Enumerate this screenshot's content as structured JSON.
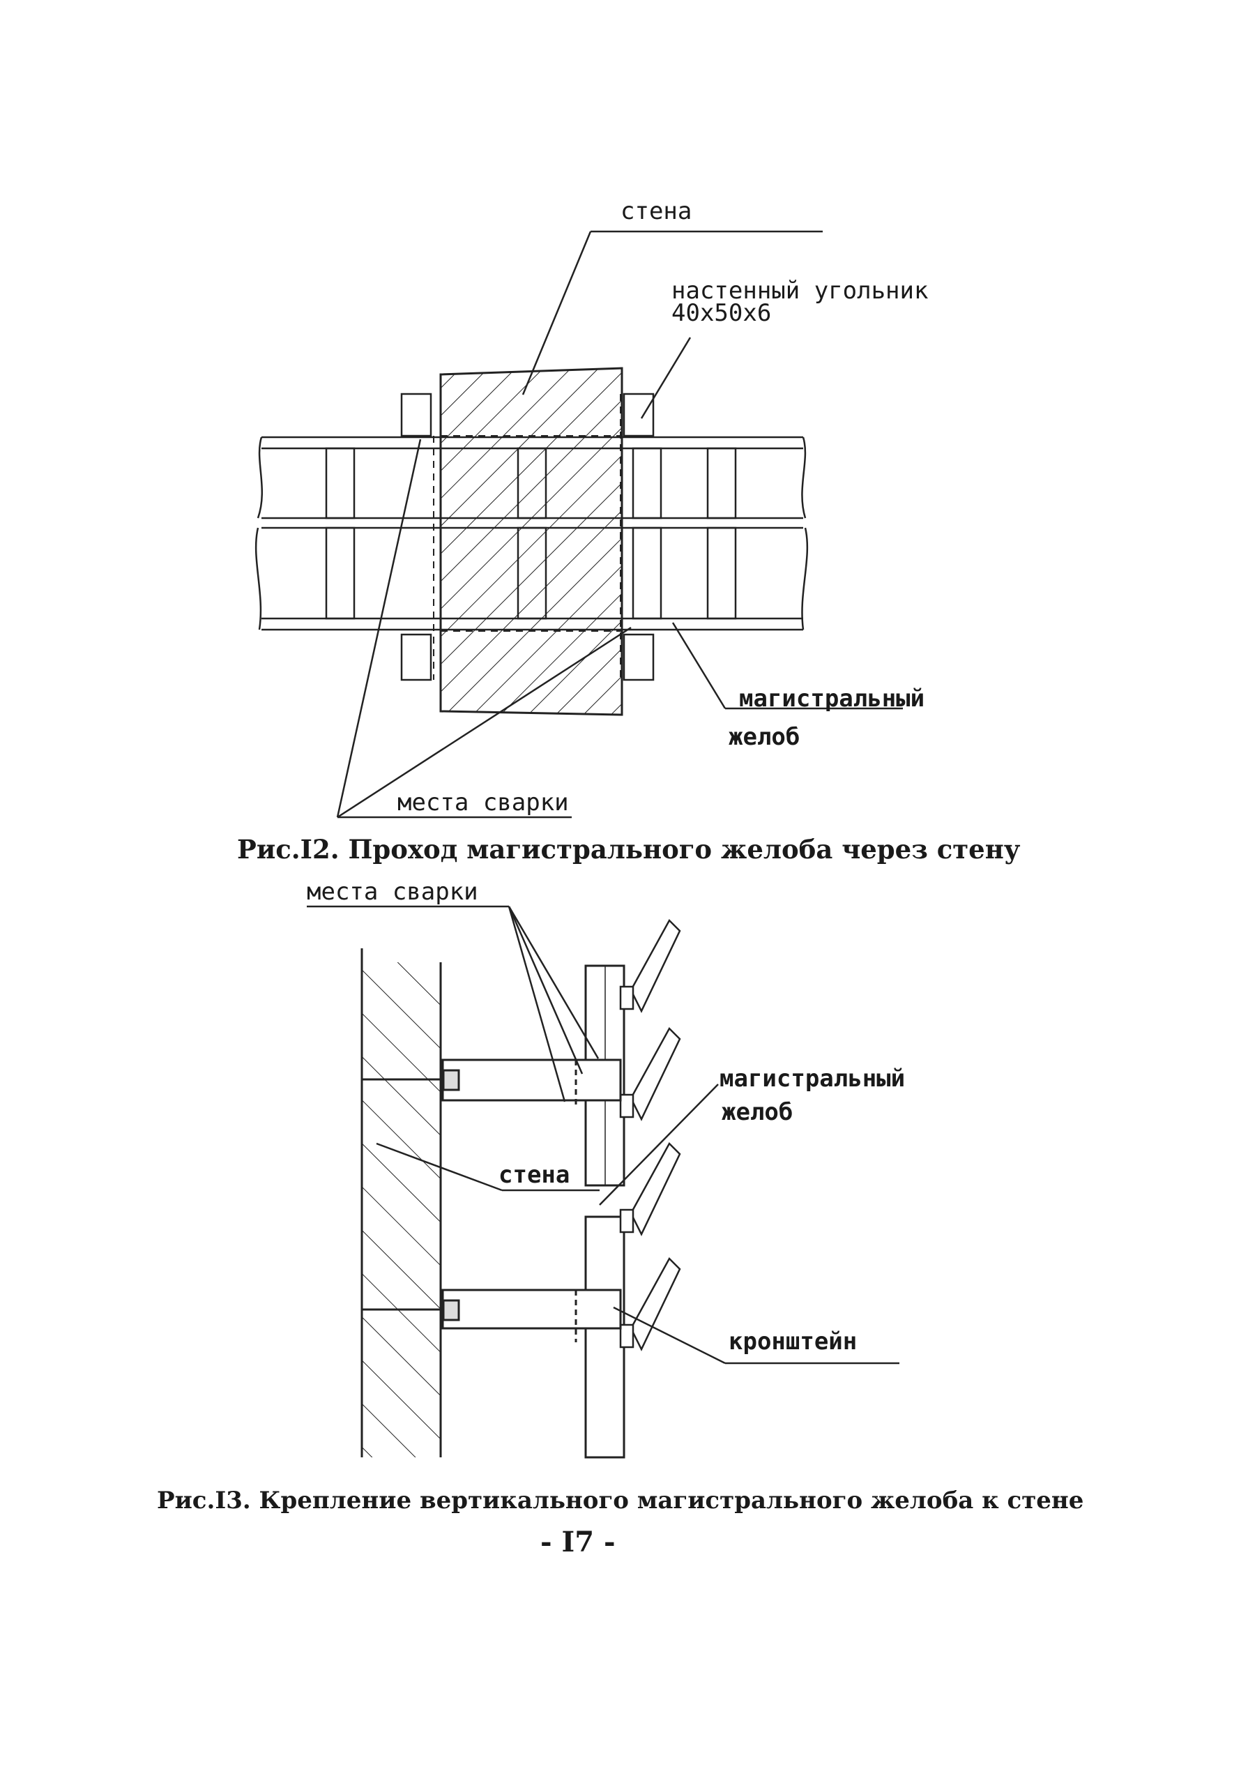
{
  "fig12": {
    "label_wall": "стена",
    "label_angle_line1": "настенный угольник",
    "label_angle_line2": "40х50х6",
    "label_trough_line1": "магистральный",
    "label_trough_line2": "желоб",
    "label_weld": "места сварки",
    "caption": "Рис.I2. Проход магистрального желоба через стену"
  },
  "fig13": {
    "label_weld": "места сварки",
    "label_trough_line1": "магистральный",
    "label_trough_line2": "желоб",
    "label_wall": "стена",
    "label_bracket": "кронштейн",
    "caption": "Рис.I3. Крепление вертикального магистрального желоба к стене"
  },
  "page_number": "- I7 -"
}
